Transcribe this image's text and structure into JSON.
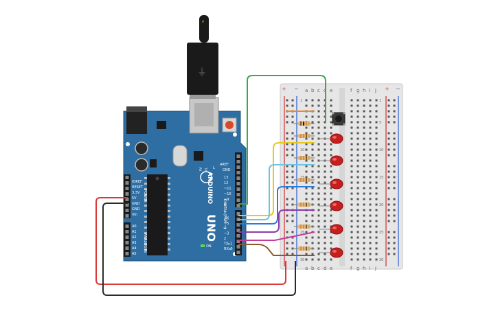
{
  "colors": {
    "board": "#2f6ea3",
    "board_edge": "#1e4f7a",
    "breadboard": "#e8e8e8",
    "rail_red": "#d62a2a",
    "rail_blue": "#2a5ad6",
    "wire_red": "#d83a3a",
    "wire_black": "#2a2a2a",
    "wire_green": "#3aa84a",
    "wire_orange": "#e88a2a",
    "wire_yellow": "#e8c81a",
    "wire_lightblue": "#6cc4e0",
    "wire_blue": "#2a7ad8",
    "wire_purple": "#8a3aa8",
    "wire_magenta": "#c83a9a",
    "wire_brown": "#8a5a2a",
    "led": "#c81e1e"
  },
  "arduino": {
    "brand": "ARDUINO",
    "model": "UNO",
    "on_label": "ON",
    "aref": "AREF",
    "gnd": "GND",
    "digital_label": "DIGITAL (PWM ~)",
    "tx_label": "TX",
    "rx_label": "RX",
    "l_label": "L",
    "digital_pins": [
      "13",
      "12",
      "~11",
      "~10",
      "~9",
      "8",
      "7",
      "~6",
      "~5",
      "4",
      "~3",
      "2",
      "TX▸1",
      "RX◂0"
    ],
    "power_label": "POWER",
    "power_pins": [
      "IOREF",
      "RESET",
      "3.3V",
      "5V",
      "GND",
      "GND",
      "Vin"
    ],
    "analog_label": "ANALOG IN",
    "analog_pins": [
      "A0",
      "A1",
      "A2",
      "A3",
      "A4",
      "A5"
    ]
  },
  "breadboard": {
    "left_cols": [
      "a",
      "b",
      "c",
      "d",
      "e"
    ],
    "right_cols": [
      "f",
      "g",
      "h",
      "i",
      "j"
    ],
    "row_numbers": [
      "1",
      "",
      "",
      "",
      "5",
      "",
      "",
      "",
      "",
      "10",
      "",
      "",
      "",
      "",
      "15",
      "",
      "",
      "",
      "",
      "20",
      "",
      "",
      "",
      "",
      "25",
      "",
      "",
      "",
      "",
      "30"
    ],
    "rail_plus": "+",
    "rail_minus": "−"
  },
  "components": {
    "leds": 6,
    "resistors": 7,
    "pushbuttons": 1
  }
}
